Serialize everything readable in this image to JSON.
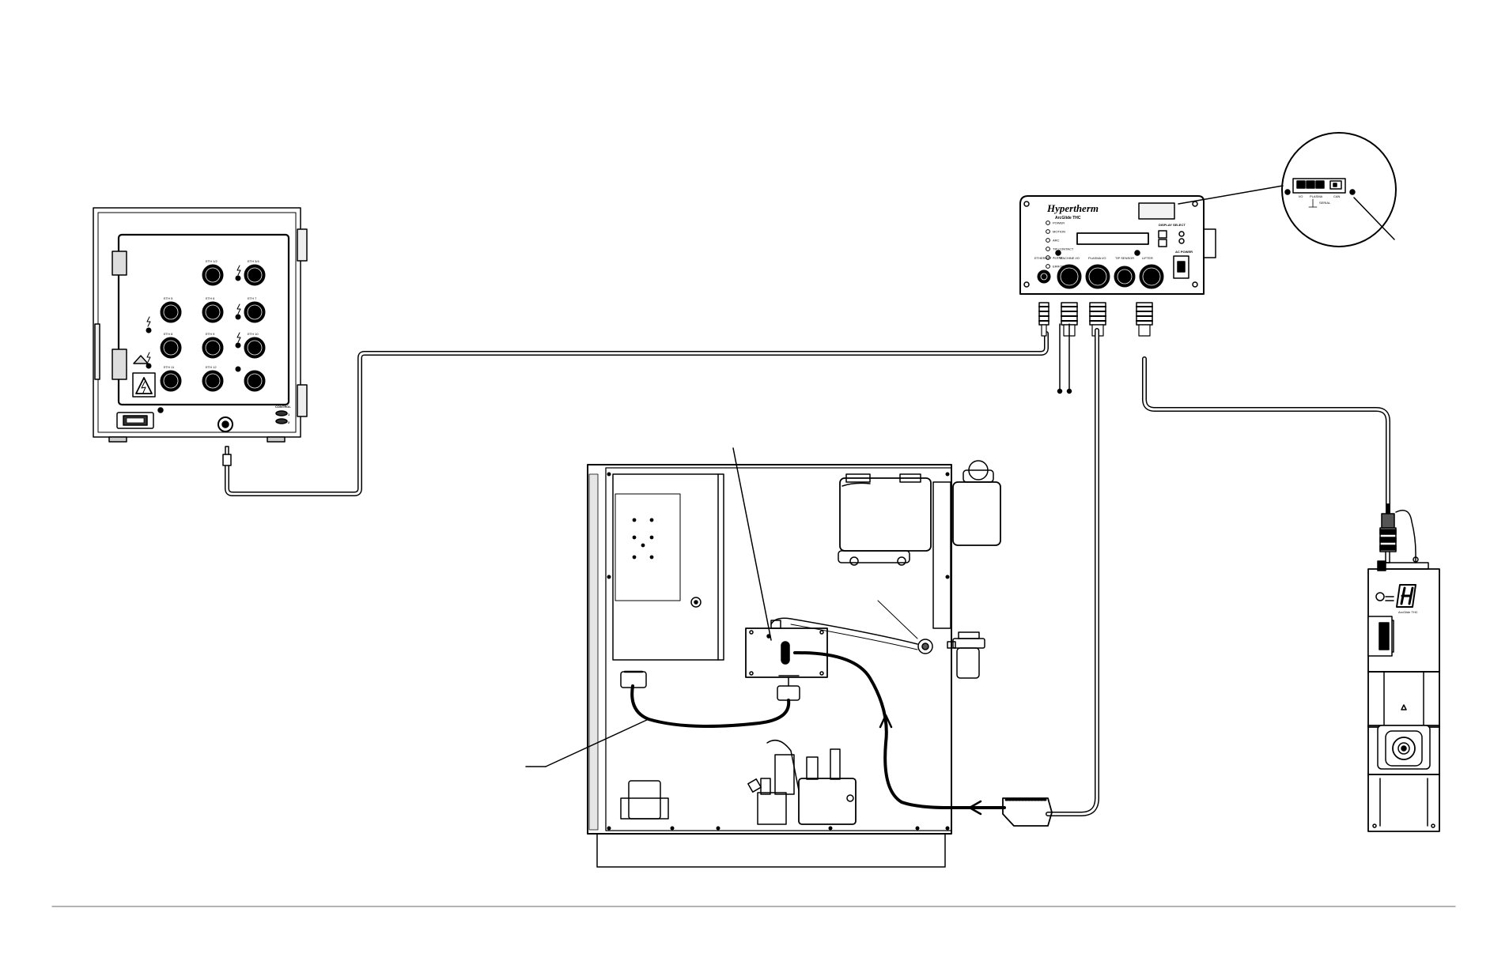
{
  "command_thc": {
    "brand": "Hypertherm",
    "model": "ArcGlide THC",
    "status_leds": [
      "POWER",
      "MOTION",
      "ARC",
      "TIP CONTACT",
      "ALERT",
      "ERROR"
    ],
    "connectors": [
      "ETHERNET",
      "MACHINE I/O",
      "PLASMA I/O",
      "TIP SENSOR",
      "LIFTER"
    ],
    "display_label": "DISPLAY SELECT",
    "power_label": "AC POWER"
  },
  "detail": {
    "labels": [
      "I/O",
      "PLASMA",
      "SERIAL",
      "CAN"
    ]
  },
  "hub": {
    "ports": [
      "ETH 1/2",
      "ETH 3/4",
      "ETH 5",
      "ETH 6",
      "ETH 7",
      "ETH 8",
      "ETH 9",
      "ETH 10",
      "ETH 11",
      "ETH 12"
    ],
    "panel_labels": [
      "CONTROL",
      "1",
      "2"
    ]
  },
  "lifter": {
    "model": "ArcGlide THC"
  },
  "colors": {
    "line": "#000000",
    "paper": "#ffffff",
    "rule": "#888888"
  }
}
